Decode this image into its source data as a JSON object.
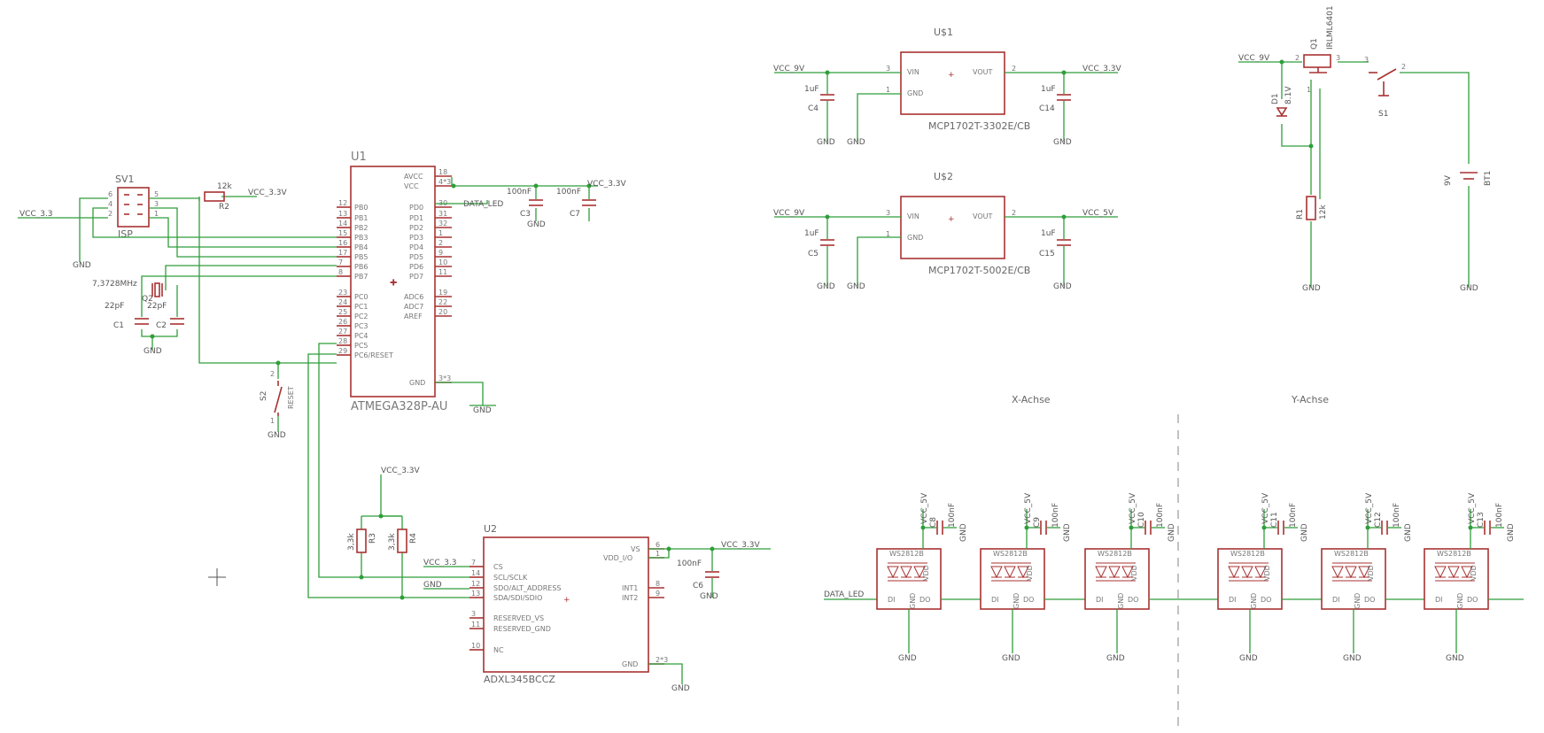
{
  "atmega": {
    "ref": "U1",
    "value": "ATMEGA328P-AU",
    "left_pins": [
      {
        "num": "12",
        "name": "PB0"
      },
      {
        "num": "13",
        "name": "PB1"
      },
      {
        "num": "14",
        "name": "PB2"
      },
      {
        "num": "15",
        "name": "PB3"
      },
      {
        "num": "16",
        "name": "PB4"
      },
      {
        "num": "17",
        "name": "PB5"
      },
      {
        "num": "7",
        "name": "PB6"
      },
      {
        "num": "8",
        "name": "PB7"
      },
      {
        "num": "23",
        "name": "PC0"
      },
      {
        "num": "24",
        "name": "PC1"
      },
      {
        "num": "25",
        "name": "PC2"
      },
      {
        "num": "26",
        "name": "PC3"
      },
      {
        "num": "27",
        "name": "PC4"
      },
      {
        "num": "28",
        "name": "PC5"
      },
      {
        "num": "29",
        "name": "PC6/RESET"
      }
    ],
    "right_pins_top": [
      {
        "num": "18",
        "name": "AVCC"
      },
      {
        "num": "4*3",
        "name": "VCC"
      }
    ],
    "right_pins": [
      {
        "num": "30",
        "name": "PD0"
      },
      {
        "num": "31",
        "name": "PD1"
      },
      {
        "num": "32",
        "name": "PD2"
      },
      {
        "num": "1",
        "name": "PD3"
      },
      {
        "num": "2",
        "name": "PD4"
      },
      {
        "num": "9",
        "name": "PD5"
      },
      {
        "num": "10",
        "name": "PD6"
      },
      {
        "num": "11",
        "name": "PD7"
      }
    ],
    "right_pins_adc": [
      {
        "num": "19",
        "name": "ADC6"
      },
      {
        "num": "22",
        "name": "ADC7"
      },
      {
        "num": "20",
        "name": "AREF"
      }
    ],
    "gnd_pin": {
      "num": "3*3",
      "name": "GND"
    }
  },
  "isp": {
    "ref": "SV1",
    "label": "ISP",
    "pins_left": [
      "6",
      "4",
      "2"
    ],
    "pins_right": [
      "5",
      "3",
      "1"
    ]
  },
  "r2": {
    "ref": "R2",
    "value": "12k"
  },
  "crystal": {
    "ref": "Q2",
    "value": "7,3728MHz"
  },
  "c1": {
    "ref": "C1",
    "value": "22pF"
  },
  "c2": {
    "ref": "C2",
    "value": "22pF"
  },
  "c3": {
    "ref": "C3",
    "value": "100nF"
  },
  "c7": {
    "ref": "C7",
    "value": "100nF"
  },
  "s2": {
    "ref": "S2",
    "value": "RESET",
    "pin1": "1",
    "pin2": "2"
  },
  "net": {
    "vcc33": "VCC_3.3V",
    "vcc33_short": "VCC_3.3",
    "vcc9": "VCC_9V",
    "vcc5": "VCC_5V",
    "gnd": "GND",
    "data_led": "DATA_LED"
  },
  "reg1": {
    "ref": "U$1",
    "value": "MCP1702T-3302E/CB",
    "vin": "VIN",
    "vout": "VOUT",
    "gnd": "GND",
    "pin_in": "3",
    "pin_out": "2",
    "pin_gnd": "1"
  },
  "reg2": {
    "ref": "U$2",
    "value": "MCP1702T-5002E/CB",
    "vin": "VIN",
    "vout": "VOUT",
    "gnd": "GND",
    "pin_in": "3",
    "pin_out": "2",
    "pin_gnd": "1"
  },
  "c4": {
    "ref": "C4",
    "value": "1uF"
  },
  "c14": {
    "ref": "C14",
    "value": "1uF"
  },
  "c5": {
    "ref": "C5",
    "value": "1uF"
  },
  "c15": {
    "ref": "C15",
    "value": "1uF"
  },
  "power": {
    "q1": {
      "ref": "Q1",
      "value": "IRLML6401"
    },
    "d1": {
      "ref": "D1",
      "value": "8.1V"
    },
    "r1": {
      "ref": "R1",
      "value": "12k"
    },
    "s1": {
      "ref": "S1"
    },
    "bt1": {
      "ref": "BT1",
      "value": "9V"
    },
    "pins": {
      "q1_2": "2",
      "q1_3": "3",
      "q1_1": "1",
      "s1_3": "3",
      "s1_2": "2"
    }
  },
  "adxl": {
    "ref": "U2",
    "value": "ADXL345BCCZ",
    "left_pins": [
      {
        "num": "7",
        "name": "CS"
      },
      {
        "num": "14",
        "name": "SCL/SCLK"
      },
      {
        "num": "12",
        "name": "SDO/ALT_ADDRESS"
      },
      {
        "num": "13",
        "name": "SDA/SDI/SDIO"
      },
      {
        "num": "3",
        "name": "RESERVED_VS"
      },
      {
        "num": "11",
        "name": "RESERVED_GND"
      },
      {
        "num": "10",
        "name": "NC"
      }
    ],
    "right_pins": [
      {
        "num": "6",
        "name": "VS"
      },
      {
        "num": "1",
        "name": "VDD_I/O"
      },
      {
        "num": "8",
        "name": "INT1"
      },
      {
        "num": "9",
        "name": "INT2"
      },
      {
        "num": "2*3",
        "name": "GND"
      }
    ]
  },
  "r3": {
    "ref": "R3",
    "value": "3,3k"
  },
  "r4": {
    "ref": "R4",
    "value": "3,3k"
  },
  "c6": {
    "ref": "C6",
    "value": "100nF"
  },
  "axes": {
    "x": "X-Achse",
    "y": "Y-Achse"
  },
  "led_chip": "WS2812B",
  "led_pins": {
    "di": "DI",
    "do": "DO",
    "vdd": "VDD",
    "gnd": "GND"
  },
  "led_caps": [
    {
      "ref": "C8",
      "value": "100nF"
    },
    {
      "ref": "C9",
      "value": "100nF"
    },
    {
      "ref": "C10",
      "value": "100nF"
    },
    {
      "ref": "C11",
      "value": "100nF"
    },
    {
      "ref": "C12",
      "value": "100nF"
    },
    {
      "ref": "C13",
      "value": "100nF"
    }
  ]
}
